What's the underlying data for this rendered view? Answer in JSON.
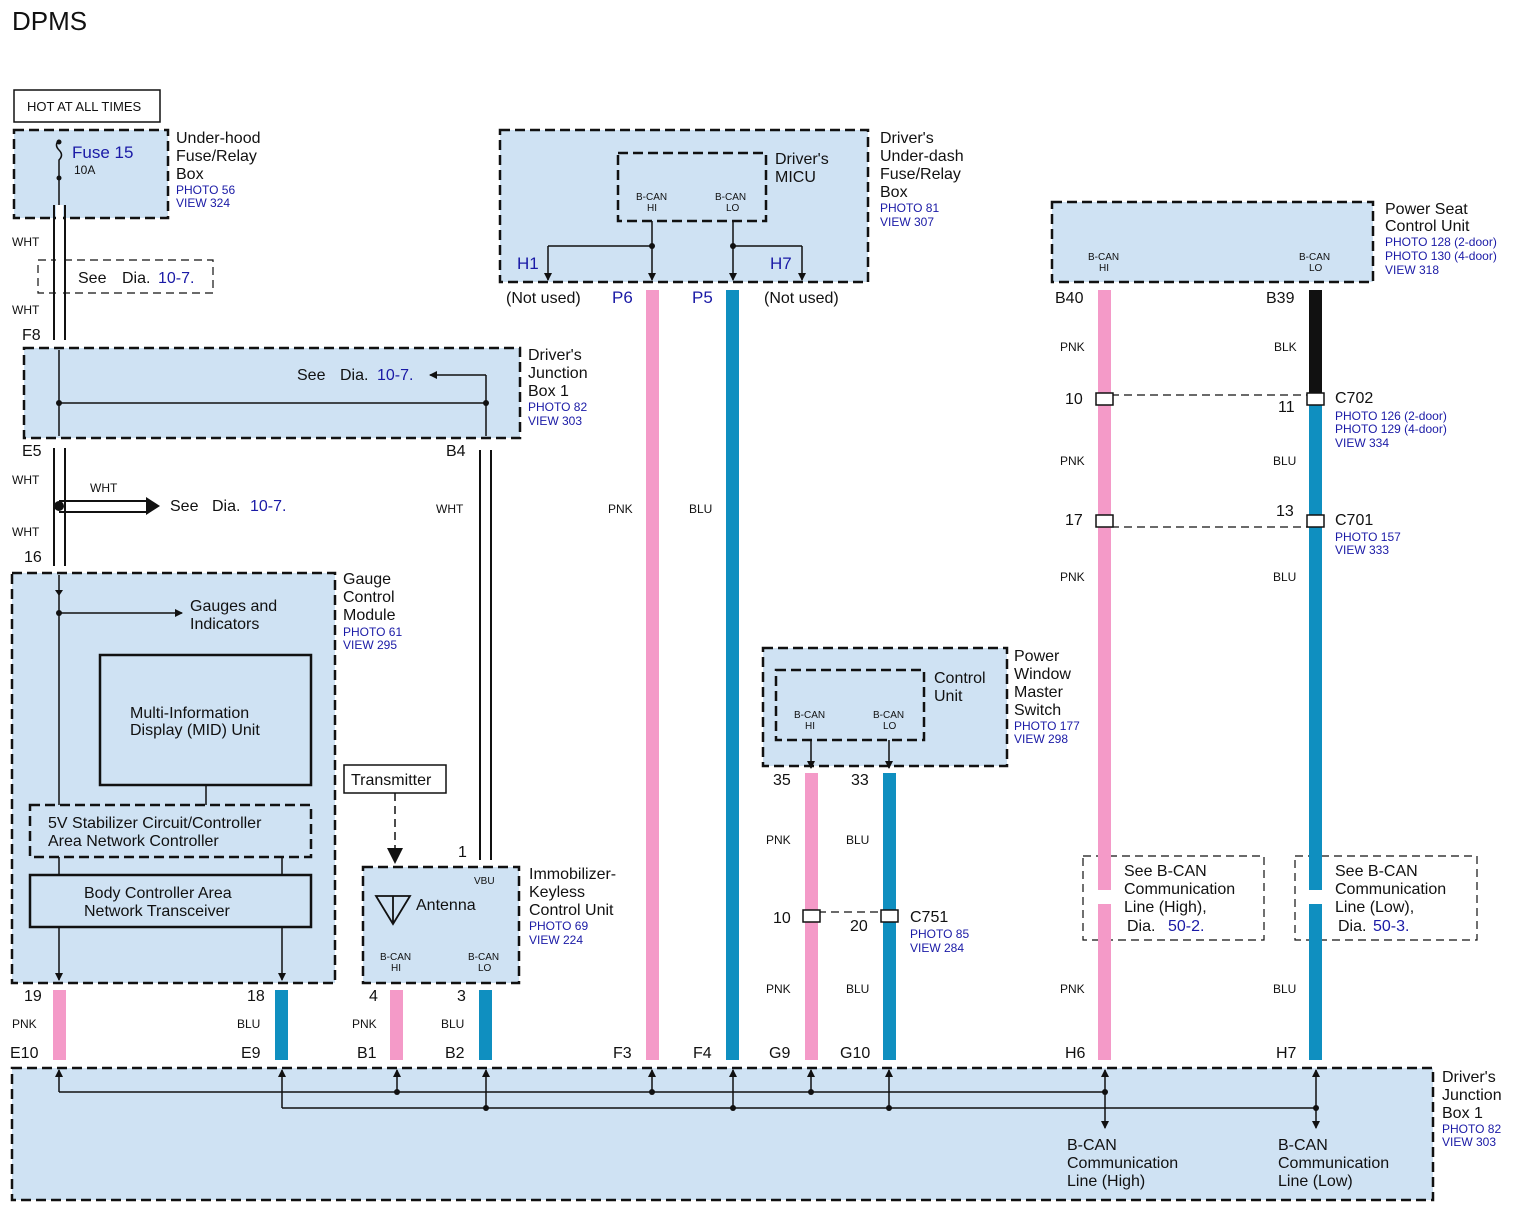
{
  "title": "DPMS",
  "power": {
    "label": "HOT AT ALL TIMES"
  },
  "fuse": {
    "name": "Fuse 15",
    "rating": "10A"
  },
  "underhood": {
    "l1": "Under-hood",
    "l2": "Fuse/Relay",
    "l3": "Box",
    "photo": "PHOTO 56",
    "view": "VIEW 324"
  },
  "see": {
    "word": "See",
    "dia": "Dia.",
    "r107": "10-7",
    "r502": "50-2",
    "r503": "50-3"
  },
  "micu": {
    "l1": "Driver's",
    "l2": "MICU",
    "bcanhi1": "B-CAN",
    "bcanhi2": "HI",
    "bcanlo1": "B-CAN",
    "bcanlo2": "LO",
    "h1": "H1",
    "h7": "H7",
    "not_used": "(Not used)",
    "p6": "P6",
    "p5": "P5"
  },
  "underdash": {
    "l1": "Driver's",
    "l2": "Under-dash",
    "l3": "Fuse/Relay",
    "l4": "Box",
    "photo": "PHOTO 81",
    "view": "VIEW 307"
  },
  "jb1_top": {
    "l1": "Driver's",
    "l2": "Junction",
    "l3": "Box 1",
    "photo": "PHOTO 82",
    "view": "VIEW 303",
    "f8": "F8",
    "e5": "E5",
    "b4": "B4"
  },
  "splice": {
    "wht": "WHT"
  },
  "gauge": {
    "l1": "Gauge",
    "l2": "Control",
    "l3": "Module",
    "photo": "PHOTO 61",
    "view": "VIEW 295",
    "gi1": "Gauges and",
    "gi2": "Indicators",
    "mid1": "Multi-Information",
    "mid2": "Display (MID) Unit",
    "stab1": "5V Stabilizer Circuit/Controller",
    "stab2": "Area Network Controller",
    "body1": "Body Controller Area",
    "body2": "Network Transceiver",
    "pin16": "16",
    "pin19": "19",
    "pin18": "18"
  },
  "transmitter": "Transmitter",
  "immob": {
    "l1": "Immobilizer-",
    "l2": "Keyless",
    "l3": "Control Unit",
    "photo": "PHOTO 69",
    "view": "VIEW 224",
    "antenna": "Antenna",
    "vbu": "VBU",
    "pin1": "1",
    "pin4": "4",
    "pin3": "3"
  },
  "pseat": {
    "l1": "Power Seat",
    "l2": "Control Unit",
    "p1": "PHOTO 128 (2-door)",
    "p2": "PHOTO 130 (4-door)",
    "view": "VIEW 318",
    "b40": "B40",
    "b39": "B39"
  },
  "c702": {
    "name": "C702",
    "p1": "PHOTO 126 (2-door)",
    "p2": "PHOTO 129 (4-door)",
    "view": "VIEW 334",
    "pin10": "10",
    "pin11": "11"
  },
  "c701": {
    "name": "C701",
    "photo": "PHOTO 157",
    "view": "VIEW 333",
    "pin17": "17",
    "pin13": "13"
  },
  "pwms": {
    "cu1": "Control",
    "cu2": "Unit",
    "l1": "Power",
    "l2": "Window",
    "l3": "Master",
    "l4": "Switch",
    "photo": "PHOTO 177",
    "view": "VIEW 298",
    "pin35": "35",
    "pin33": "33"
  },
  "c751": {
    "name": "C751",
    "photo": "PHOTO 85",
    "view": "VIEW 284",
    "pin10": "10",
    "pin20": "20"
  },
  "seeh": {
    "l1": "See B-CAN",
    "l2": "Communication",
    "l3": "Line (High),"
  },
  "seel": {
    "l1": "See B-CAN",
    "l2": "Communication",
    "l3": "Line (Low),"
  },
  "colors": {
    "wht": "WHT",
    "pnk": "PNK",
    "blu": "BLU",
    "blk": "BLK"
  },
  "jb1_bottom": {
    "l1": "Driver's",
    "l2": "Junction",
    "l3": "Box 1",
    "photo": "PHOTO 82",
    "view": "VIEW 303",
    "e10": "E10",
    "e9": "E9",
    "b1": "B1",
    "b2": "B2",
    "f3": "F3",
    "f4": "F4",
    "g9": "G9",
    "g10": "G10",
    "h6": "H6",
    "h7": "H7",
    "hi1": "B-CAN",
    "hi2": "Communication",
    "hi3": "Line (High)",
    "lo1": "B-CAN",
    "lo2": "Communication",
    "lo3": "Line (Low)"
  },
  "palette": {
    "box_fill": "#cfe2f3",
    "pink_wire": "#f49ac8",
    "blue_wire": "#0f8fc0",
    "ref_text": "#1a1aa6"
  }
}
